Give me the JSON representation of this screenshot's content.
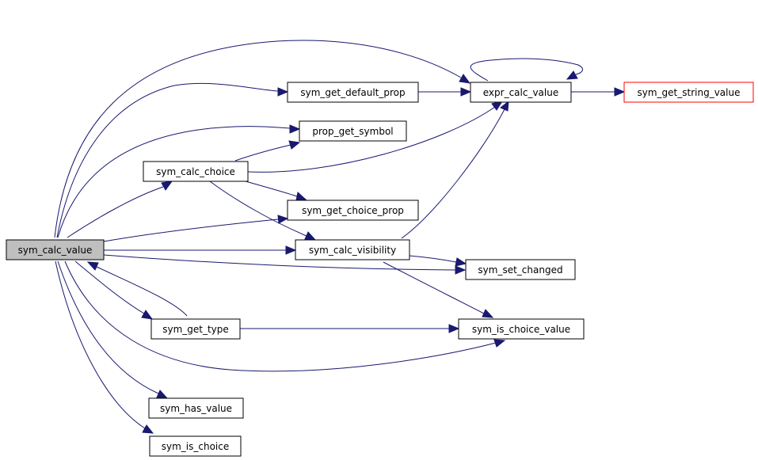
{
  "graph": {
    "nodes": {
      "sym_calc_value": "sym_calc_value",
      "sym_get_default_prop": "sym_get_default_prop",
      "expr_calc_value": "expr_calc_value",
      "sym_get_string_value": "sym_get_string_value",
      "prop_get_symbol": "prop_get_symbol",
      "sym_calc_choice": "sym_calc_choice",
      "sym_get_choice_prop": "sym_get_choice_prop",
      "sym_calc_visibility": "sym_calc_visibility",
      "sym_set_changed": "sym_set_changed",
      "sym_get_type": "sym_get_type",
      "sym_is_choice_value": "sym_is_choice_value",
      "sym_has_value": "sym_has_value",
      "sym_is_choice": "sym_is_choice"
    },
    "edges": [
      {
        "from": "sym_calc_value",
        "to": "sym_get_default_prop"
      },
      {
        "from": "sym_calc_value",
        "to": "expr_calc_value"
      },
      {
        "from": "sym_calc_value",
        "to": "prop_get_symbol"
      },
      {
        "from": "sym_calc_value",
        "to": "sym_calc_choice"
      },
      {
        "from": "sym_calc_value",
        "to": "sym_get_choice_prop"
      },
      {
        "from": "sym_calc_value",
        "to": "sym_calc_visibility"
      },
      {
        "from": "sym_calc_value",
        "to": "sym_set_changed"
      },
      {
        "from": "sym_calc_value",
        "to": "sym_get_type"
      },
      {
        "from": "sym_calc_value",
        "to": "sym_is_choice_value"
      },
      {
        "from": "sym_calc_value",
        "to": "sym_has_value"
      },
      {
        "from": "sym_calc_value",
        "to": "sym_is_choice"
      },
      {
        "from": "sym_get_type",
        "to": "sym_calc_value"
      },
      {
        "from": "sym_get_type",
        "to": "sym_is_choice_value"
      },
      {
        "from": "sym_get_default_prop",
        "to": "expr_calc_value"
      },
      {
        "from": "expr_calc_value",
        "to": "expr_calc_value"
      },
      {
        "from": "expr_calc_value",
        "to": "sym_get_string_value"
      },
      {
        "from": "sym_calc_choice",
        "to": "prop_get_symbol"
      },
      {
        "from": "sym_calc_choice",
        "to": "expr_calc_value"
      },
      {
        "from": "sym_calc_choice",
        "to": "sym_get_choice_prop"
      },
      {
        "from": "sym_calc_choice",
        "to": "sym_calc_visibility"
      },
      {
        "from": "sym_calc_visibility",
        "to": "expr_calc_value"
      },
      {
        "from": "sym_calc_visibility",
        "to": "sym_set_changed"
      },
      {
        "from": "sym_calc_visibility",
        "to": "sym_is_choice_value"
      }
    ]
  },
  "colors": {
    "edge": "#191970",
    "root_fill": "#bfbfbf",
    "external_border": "#ff0000",
    "node_border": "#000000"
  }
}
